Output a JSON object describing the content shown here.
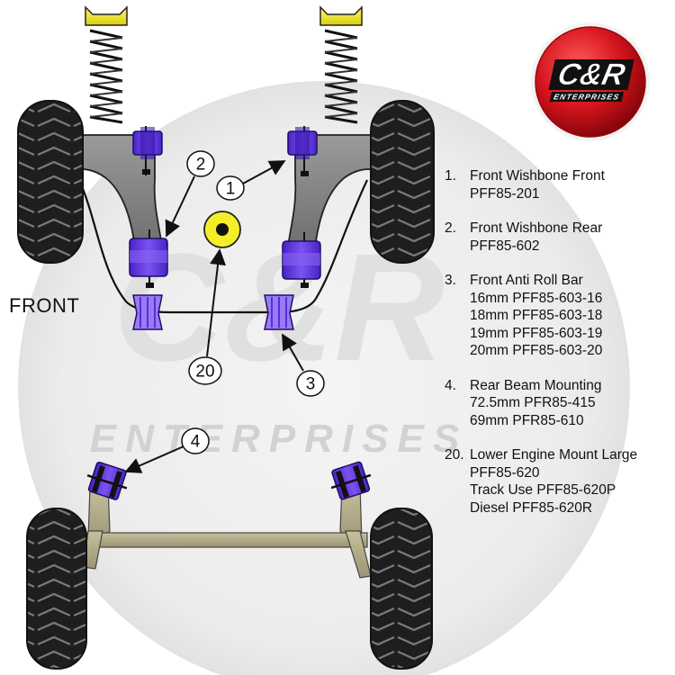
{
  "brand": {
    "logo_text": "C&R",
    "logo_subtext": "ENTERPRISES",
    "watermark_text": "C&R",
    "watermark_subtext": "ENTERPRISES",
    "colors": {
      "logo_red": "#d4141c",
      "polyurethane_purple": "#6e3fe0",
      "spring_yellow": "#f2ea1e",
      "engine_mount_yellow": "#f4ee2a",
      "arm_grey": "#8c8c8c",
      "beam_khaki": "#b3ad88",
      "tyre_black": "#1e1e1e"
    }
  },
  "diagram": {
    "front_label": "FRONT",
    "callouts": [
      {
        "id": "1",
        "label": "1"
      },
      {
        "id": "2",
        "label": "2"
      },
      {
        "id": "3",
        "label": "3"
      },
      {
        "id": "4",
        "label": "4"
      },
      {
        "id": "20",
        "label": "20"
      }
    ]
  },
  "legend": {
    "items": [
      {
        "number": "1.",
        "lines": [
          "Front Wishbone Front",
          "PFF85-201"
        ]
      },
      {
        "number": "2.",
        "lines": [
          "Front Wishbone Rear",
          "PFF85-602"
        ]
      },
      {
        "number": "3.",
        "lines": [
          "Front Anti Roll Bar",
          "16mm PFF85-603-16",
          "18mm PFF85-603-18",
          "19mm PFF85-603-19",
          "20mm PFF85-603-20"
        ]
      },
      {
        "number": "4.",
        "lines": [
          "Rear Beam Mounting",
          "72.5mm  PFR85-415",
          "69mm PFR85-610"
        ]
      },
      {
        "number": "20.",
        "lines": [
          "Lower Engine Mount Large",
          "PFF85-620",
          "Track Use PFF85-620P",
          "Diesel PFF85-620R"
        ]
      }
    ]
  }
}
